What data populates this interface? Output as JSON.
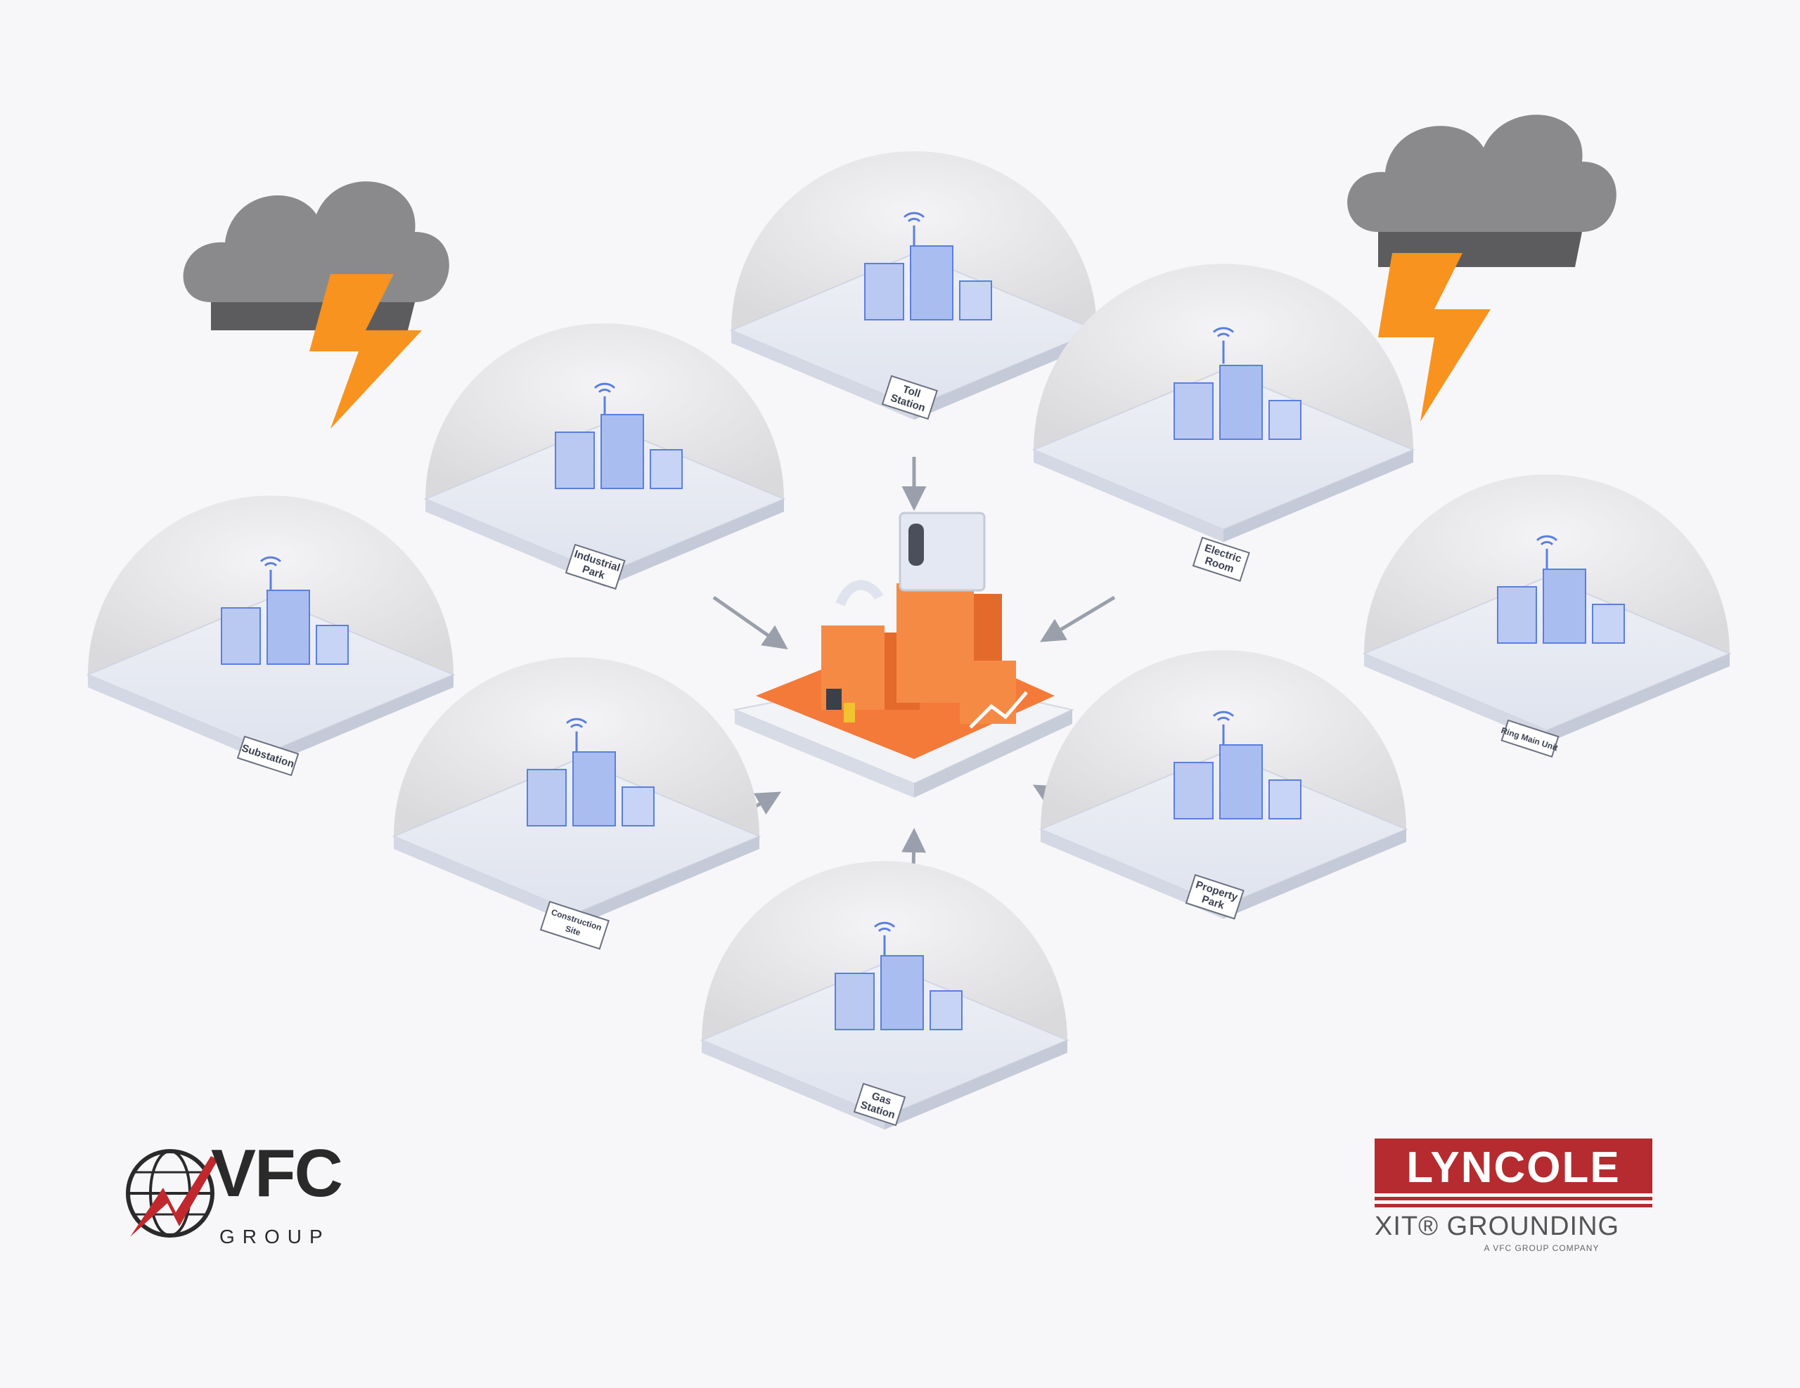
{
  "nodes": [
    {
      "id": "toll",
      "label_lines": [
        "Toll",
        "Station"
      ]
    },
    {
      "id": "industrial",
      "label_lines": [
        "Industrial",
        "Park"
      ]
    },
    {
      "id": "electric",
      "label_lines": [
        "Electric",
        "Room"
      ]
    },
    {
      "id": "substation",
      "label_lines": [
        "Substation"
      ]
    },
    {
      "id": "ringmain",
      "label_lines": [
        "Ring Main Unit"
      ]
    },
    {
      "id": "construction",
      "label_lines": [
        "Construction",
        "Site"
      ]
    },
    {
      "id": "property",
      "label_lines": [
        "Property",
        "Park"
      ]
    },
    {
      "id": "gas",
      "label_lines": [
        "Gas",
        "Station"
      ]
    }
  ],
  "logos": {
    "vfc": {
      "name": "VFC",
      "sub": "GROUP"
    },
    "lyncole": {
      "name": "LYNCOLE",
      "sub": "XIT® GROUNDING",
      "tagline": "A VFC GROUP COMPANY"
    }
  },
  "colors": {
    "accent": "#f47a3a",
    "node": "#5b7fe0",
    "cloud": "#8a8a8c",
    "bolt": "#f7931e",
    "brand_red": "#b52b2f"
  }
}
